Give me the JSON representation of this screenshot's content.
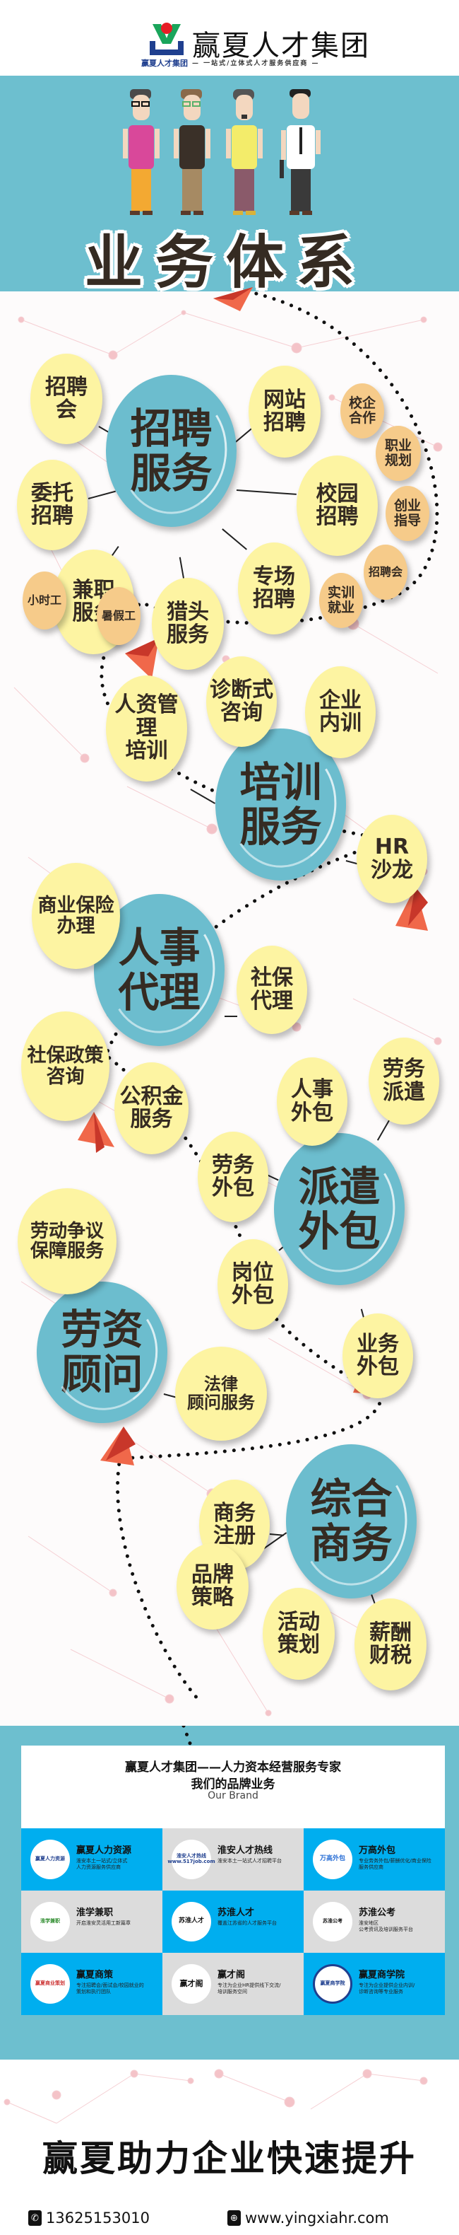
{
  "header": {
    "brand_name": "赢夏人才集团",
    "brand_name_small": "赢夏人才集团",
    "tagline": "— 一站式/立体式人才服务供应商 —",
    "logo_colors": {
      "green": "#1aa55b",
      "red": "#e61e25",
      "blue": "#1f3f8f"
    }
  },
  "hero": {
    "title": "业务体系",
    "background": "#6dbfcf",
    "characters": [
      {
        "shirt": "#d9489a",
        "pants": "#f3a932",
        "glasses": true
      },
      {
        "shirt": "#3a3028",
        "pants": "#a68a63",
        "glasses": true
      },
      {
        "shirt": "#f3ec6a",
        "pants": "#8a5a6a",
        "glasses": false
      },
      {
        "shirt": "#ffffff",
        "pants": "#3a3a3a",
        "tie": true
      }
    ]
  },
  "clusters": [
    {
      "id": "recruitment",
      "main": "招聘\n服务",
      "subs": [
        "招聘\n会",
        "委托\n招聘",
        "兼职\n服务",
        "猎头\n服务",
        "专场\n招聘",
        "网站\n招聘",
        "校园\n招聘"
      ],
      "minis": [
        "校企\n合作",
        "职业\n规划",
        "创业\n指导",
        "招聘会",
        "实训\n就业",
        "小时工",
        "暑假工"
      ]
    },
    {
      "id": "training",
      "main": "培训\n服务",
      "subs": [
        "人资管理\n培训",
        "诊断式\n咨询",
        "企业\n内训",
        "HR\n沙龙"
      ]
    },
    {
      "id": "personnel",
      "main": "人事\n代理",
      "subs": [
        "商业保险\n办理",
        "社保\n代理",
        "社保政策\n咨询",
        "公积金\n服务"
      ]
    },
    {
      "id": "dispatch",
      "main": "派遣\n外包",
      "subs": [
        "人事\n外包",
        "劳务\n派遣",
        "劳务\n外包",
        "岗位\n外包",
        "业务\n外包"
      ]
    },
    {
      "id": "labor-consult",
      "main": "劳资\n顾问",
      "subs": [
        "劳动争议\n保障服务",
        "法律\n顾问服务"
      ]
    },
    {
      "id": "business",
      "main": "综合\n商务",
      "subs": [
        "商务\n注册",
        "品牌\n策略",
        "活动\n策划",
        "薪酬\n财税"
      ]
    }
  ],
  "colors": {
    "main_bubble": "#6cbdce",
    "sub_bubble": "#fdf4a2",
    "mini_bubble": "#f6cb8a",
    "text_dark": "#352b22",
    "plane": "#f0684a",
    "network_dot": "#f2c4c8"
  },
  "brands": {
    "heading": "赢夏人才集团——人力资本经营服务专家",
    "subheading": "我们的品牌业务",
    "english": "Our Brand",
    "items": [
      {
        "name": "赢夏人力资源",
        "desc": "淮安本土一站式/立体式\n人力资源服务供应商",
        "logo_text": "赢夏人力资源",
        "bg": "blue"
      },
      {
        "name": "淮安人才热线",
        "desc": "淮安本土一站式人才招聘平台",
        "logo_text": "淮安人才热线\nwww.517job.com",
        "bg": "gray"
      },
      {
        "name": "万高外包",
        "desc": "专业劳务外包/薪酬优化/商业保险\n服务供应商",
        "logo_text": "万高外包",
        "bg": "blue"
      },
      {
        "name": "淮学兼职",
        "desc": "开启淮安灵活用工新篇章",
        "logo_text": "淮学兼职",
        "bg": "gray"
      },
      {
        "name": "苏淮人才",
        "desc": "覆盖江苏省的人才服务平台",
        "logo_text": "苏淮人才",
        "bg": "blue"
      },
      {
        "name": "苏淮公考",
        "desc": "淮安地区\n公考资讯及培训服务平台",
        "logo_text": "苏淮公考",
        "bg": "gray"
      },
      {
        "name": "赢夏商策",
        "desc": "专注招聘会/面试会/校园就业的\n策划和执行团队",
        "logo_text": "赢夏商业策划",
        "bg": "blue"
      },
      {
        "name": "赢才阁",
        "desc": "专注为企业HR提供线下交流/\n培训服务空间",
        "logo_text": "赢才阁",
        "bg": "gray"
      },
      {
        "name": "赢夏商学院",
        "desc": "专注为企业提供企业内训/\n诊断咨询等专业服务",
        "logo_text": "赢夏商学院",
        "bg": "blue"
      }
    ]
  },
  "footer": {
    "slogan": "赢夏助力企业快速提升",
    "phone_icon": "phone-icon",
    "phone": "13625153010",
    "web_icon": "globe-icon",
    "website": "www.yingxiahr.com"
  }
}
